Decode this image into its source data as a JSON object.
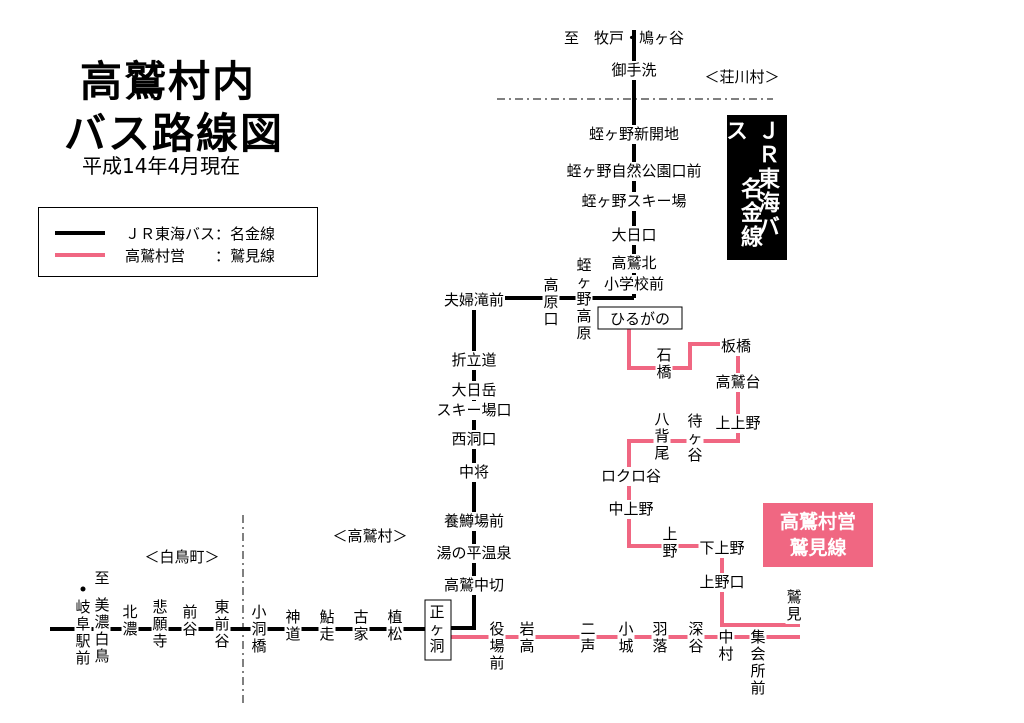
{
  "title": {
    "line1": "高鷲村内",
    "line2": "バス路線図",
    "date": "平成14年4月現在"
  },
  "legend": {
    "jr": "ＪＲ東海バス：名金線",
    "village": "高鷲村営　　：鷲見線"
  },
  "badges": {
    "jr_col1": "ＪＲ東海バス",
    "jr_col2": "名金線",
    "village_line1": "高鷲村営",
    "village_line2": "鷲見線"
  },
  "regions": {
    "shokawa": "＜荘川村＞",
    "takasu": "＜高鷲村＞",
    "shirotori": "＜白鳥町＞"
  },
  "colors": {
    "jr_line": "#000000",
    "village_line": "#f06782",
    "boundary": "#000000"
  },
  "stops": [
    {
      "id": "to_makido",
      "text": "至　牧戸・鳩ヶ谷"
    },
    {
      "id": "mitarai",
      "text": "御手洗"
    },
    {
      "id": "hirugano_shinkaihatsu",
      "text": "蛭ヶ野新開地"
    },
    {
      "id": "hirugano_shizen",
      "text": "蛭ヶ野自然公園口前"
    },
    {
      "id": "hirugano_ski",
      "text": "蛭ヶ野スキー場"
    },
    {
      "id": "dainichiguchi",
      "text": "大日口"
    },
    {
      "id": "takasu_kita_1",
      "text": "高鷲北"
    },
    {
      "id": "takasu_kita_2",
      "text": "小学校前"
    },
    {
      "id": "hirugano_kogen",
      "text": "蛭ヶ野高原"
    },
    {
      "id": "takahara_guchi",
      "text": "高原口"
    },
    {
      "id": "meotodaki",
      "text": "夫婦滝前"
    },
    {
      "id": "hirugano",
      "text": "ひるがの"
    },
    {
      "id": "oritate",
      "text": "折立道"
    },
    {
      "id": "dainichigatake_1",
      "text": "大日岳"
    },
    {
      "id": "dainichigatake_2",
      "text": "スキー場口"
    },
    {
      "id": "nishiboraguchi",
      "text": "西洞口"
    },
    {
      "id": "nakasho",
      "text": "中将"
    },
    {
      "id": "yousonjo",
      "text": "養鱒場前"
    },
    {
      "id": "yunohira",
      "text": "湯の平温泉"
    },
    {
      "id": "takasu_nakagiri",
      "text": "高鷲中切"
    },
    {
      "id": "shogahora",
      "text": "正ヶ洞"
    },
    {
      "id": "ishibashi",
      "text": "石橋"
    },
    {
      "id": "itahashi",
      "text": "板橋"
    },
    {
      "id": "takasudai",
      "text": "高鷲台"
    },
    {
      "id": "kamiueno",
      "text": "上上野"
    },
    {
      "id": "machigatani",
      "text": "待ヶ谷"
    },
    {
      "id": "yaseo",
      "text": "八背尾"
    },
    {
      "id": "rokurodani",
      "text": "ロクロ谷"
    },
    {
      "id": "nakaueno",
      "text": "中上野"
    },
    {
      "id": "kamino",
      "text": "上野"
    },
    {
      "id": "shimoueno",
      "text": "下上野"
    },
    {
      "id": "uenoguchi",
      "text": "上野口"
    },
    {
      "id": "sumi",
      "text": "鷲見"
    },
    {
      "id": "shukaisho",
      "text": "集会所前"
    },
    {
      "id": "nakamura",
      "text": "中村"
    },
    {
      "id": "fukadani",
      "text": "深谷"
    },
    {
      "id": "haneochi",
      "text": "羽落"
    },
    {
      "id": "kojiro",
      "text": "小城"
    },
    {
      "id": "nisei",
      "text": "二声"
    },
    {
      "id": "iwataka",
      "text": "岩高"
    },
    {
      "id": "yakuba",
      "text": "役場前"
    },
    {
      "id": "uematsu",
      "text": "植松"
    },
    {
      "id": "furuie",
      "text": "古家"
    },
    {
      "id": "kuwabashiri",
      "text": "鮎走"
    },
    {
      "id": "jindo",
      "text": "神道"
    },
    {
      "id": "kobora",
      "text": "小洞橋"
    },
    {
      "id": "higashimaedani",
      "text": "東前谷"
    },
    {
      "id": "maedani",
      "text": "前谷"
    },
    {
      "id": "higanji",
      "text": "悲願寺"
    },
    {
      "id": "kitano",
      "text": "北濃"
    },
    {
      "id": "minoshirotori",
      "text": "美濃白鳥"
    },
    {
      "id": "to_gifu",
      "text": "至"
    },
    {
      "id": "gifueki",
      "text": "岐阜駅前"
    }
  ]
}
